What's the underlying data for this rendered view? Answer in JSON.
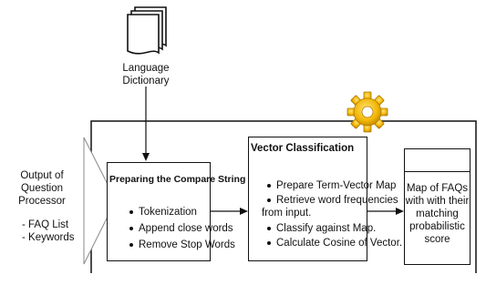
{
  "dictionary": {
    "label_line1": "Language",
    "label_line2": "Dictionary",
    "icon": "document-stack-icon"
  },
  "input": {
    "title_line1": "Output of",
    "title_line2": "Question Processor",
    "items": [
      "- FAQ List",
      "- Keywords"
    ]
  },
  "compare": {
    "title": "Preparing the Compare String",
    "bullets": [
      "Tokenization",
      "Append close words",
      "Remove Stop Words"
    ]
  },
  "vector": {
    "title": "Vector Classification",
    "bullet1_line1": "Prepare Term-Vector Map",
    "bullet2_line1": "Retrieve word frequencies",
    "bullet2_line2": "from input.",
    "bullet3_line1": "Classify against Map.",
    "bullet4_line1": "Calculate Cosine of Vector.",
    "icon": "gear-icon",
    "gear_color": "#f2b705"
  },
  "output": {
    "lines": [
      "Map of FAQs",
      "with with their",
      "matching",
      "probabilistic",
      "score"
    ]
  }
}
